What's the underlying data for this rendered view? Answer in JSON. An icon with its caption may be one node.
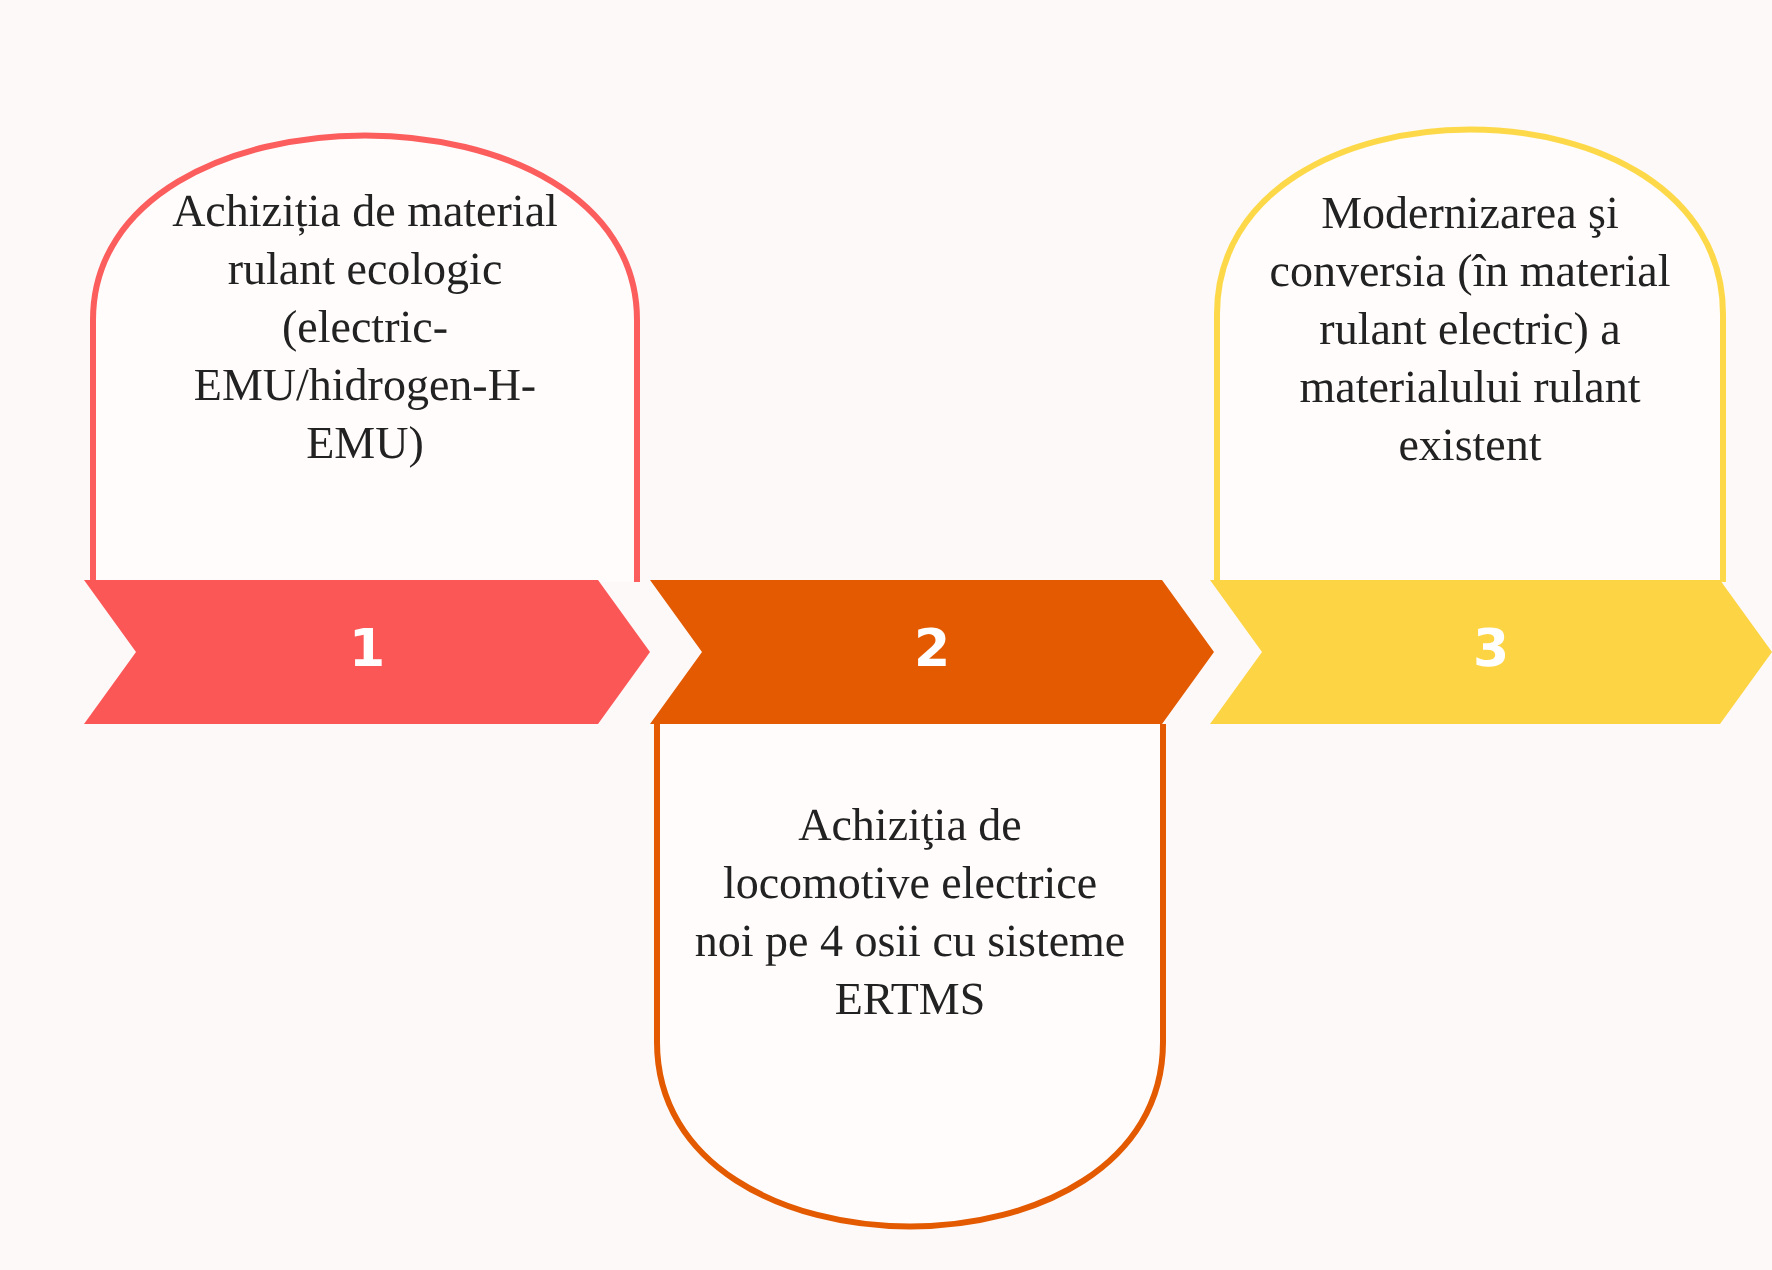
{
  "diagram": {
    "nodes": [
      {
        "text": [
          "Achiziția de material rulant ecologic (electric-EMU/hidrogen-H-EMU)"
        ]
      },
      {
        "text": [
          "1"
        ]
      },
      {
        "text": [
          "2"
        ]
      },
      {
        "text": [
          "Achiziţia de locomotive electrice noi pe 4 osii cu sisteme ERTMS"
        ]
      },
      {
        "text": [
          "Modernizarea şi conversia (în material rulant electric) a materialului rulant existent"
        ]
      },
      {
        "text": [
          "3"
        ]
      }
    ]
  }
}
